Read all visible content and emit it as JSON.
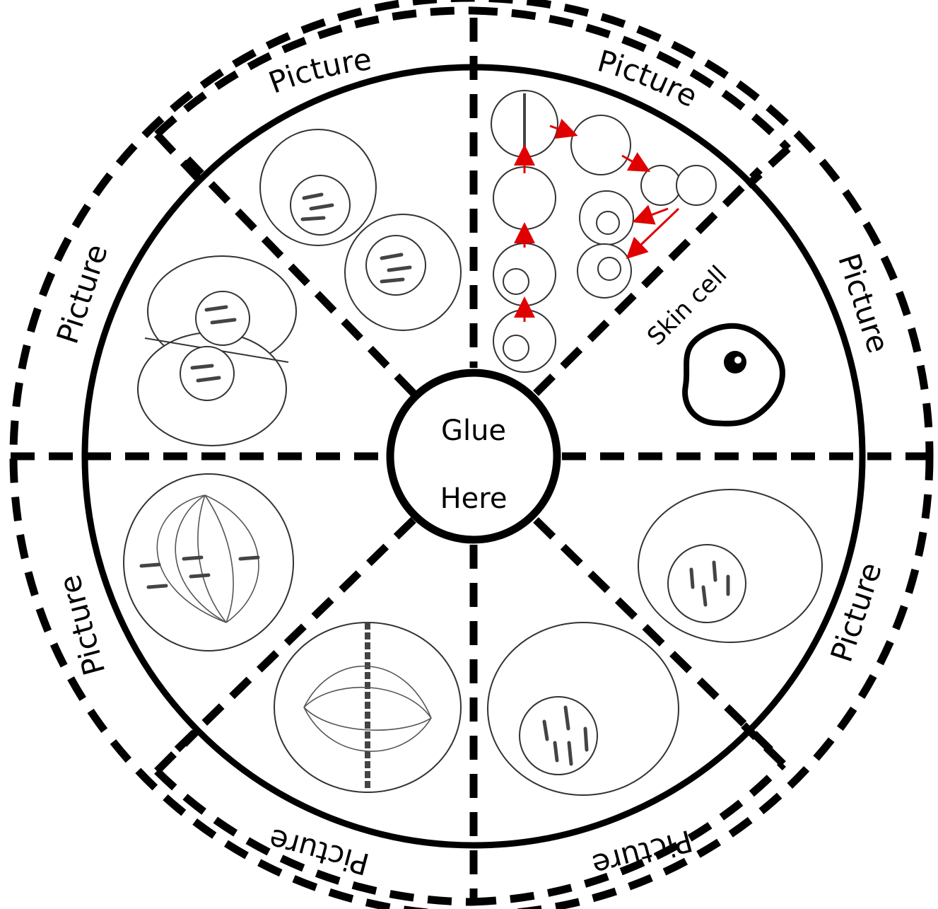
{
  "title": "",
  "center": {
    "line1": "Glue",
    "line2": "Here"
  },
  "outer_labels": [
    {
      "text": "Picture"
    },
    {
      "text": "Picture"
    },
    {
      "text": "Picture"
    },
    {
      "text": "Picture"
    },
    {
      "text": "Picture"
    },
    {
      "text": "Picture"
    }
  ],
  "sector_labels": {
    "skin_cell": "Skin cell"
  },
  "colors": {
    "line": "#000000",
    "arrow": "#e00000",
    "background": "#ffffff"
  }
}
